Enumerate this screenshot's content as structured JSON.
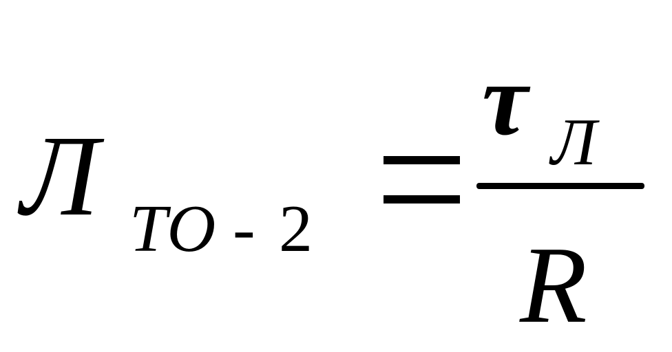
{
  "formula": {
    "lhs": {
      "symbol": "Л",
      "subscript": {
        "letters": "ТО",
        "dash": "-",
        "number": "2"
      }
    },
    "relation": "=",
    "rhs": {
      "numerator": {
        "symbol": "τ",
        "subscript": "Л"
      },
      "denominator": "R"
    }
  }
}
